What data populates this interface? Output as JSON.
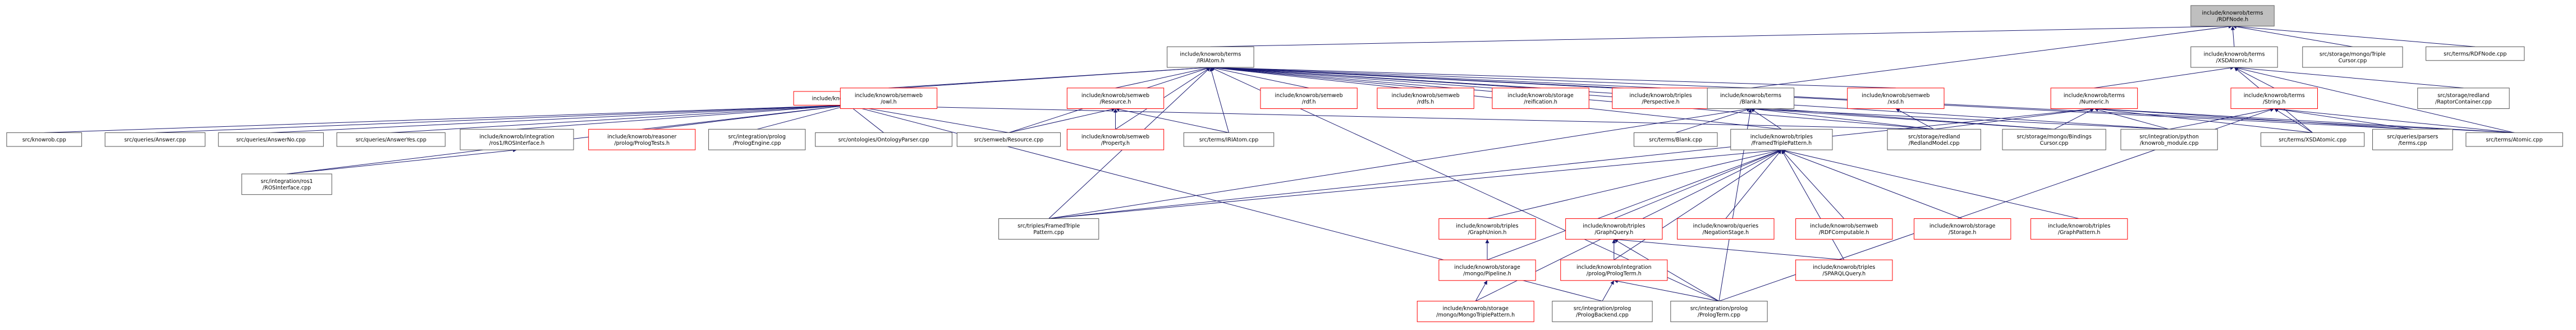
{
  "graph": {
    "title": "include/knowrob/terms/RDFNode.h",
    "colors": {
      "edge": "#191970",
      "root_fill": "#bfbfbf",
      "missing_border": "#ff0000",
      "normal_border": "#555555"
    },
    "nodes": [
      {
        "id": "rdfnode",
        "lines": [
          "include/knowrob/terms",
          "/RDFNode.h"
        ],
        "style": "root"
      },
      {
        "id": "iriatom",
        "lines": [
          "include/knowrob/terms",
          "/IRIAtom.h"
        ],
        "style": "normal"
      },
      {
        "id": "xsdatomic_h",
        "lines": [
          "include/knowrob/terms",
          "/XSDAtomic.h"
        ],
        "style": "normal"
      },
      {
        "id": "mongo_triplecursor",
        "lines": [
          "src/storage/mongo/Triple",
          "Cursor.cpp"
        ],
        "style": "normal"
      },
      {
        "id": "rdfnode_cpp",
        "lines": [
          "src/terms/RDFNode.cpp"
        ],
        "style": "normal"
      },
      {
        "id": "knowrob_h",
        "lines": [
          "include/knowrob/knowrob.h"
        ],
        "style": "red"
      },
      {
        "id": "owl_h",
        "lines": [
          "include/knowrob/semweb",
          "/owl.h"
        ],
        "style": "red"
      },
      {
        "id": "resource_h",
        "lines": [
          "include/knowrob/semweb",
          "/Resource.h"
        ],
        "style": "red"
      },
      {
        "id": "rdf_h",
        "lines": [
          "include/knowrob/semweb",
          "/rdf.h"
        ],
        "style": "red"
      },
      {
        "id": "rdfs_h",
        "lines": [
          "include/knowrob/semweb",
          "/rdfs.h"
        ],
        "style": "red"
      },
      {
        "id": "reification_h",
        "lines": [
          "include/knowrob/storage",
          "/reification.h"
        ],
        "style": "red"
      },
      {
        "id": "perspective_h",
        "lines": [
          "include/knowrob/triples",
          "/Perspective.h"
        ],
        "style": "red"
      },
      {
        "id": "blank_h",
        "lines": [
          "include/knowrob/terms",
          "/Blank.h"
        ],
        "style": "normal"
      },
      {
        "id": "xsd_h",
        "lines": [
          "include/knowrob/semweb",
          "/xsd.h"
        ],
        "style": "red"
      },
      {
        "id": "numeric_h",
        "lines": [
          "include/knowrob/terms",
          "/Numeric.h"
        ],
        "style": "red"
      },
      {
        "id": "string_h",
        "lines": [
          "include/knowrob/terms",
          "/String.h"
        ],
        "style": "red"
      },
      {
        "id": "raptorcontainer",
        "lines": [
          "src/storage/redland",
          "/RaptorContainer.cpp"
        ],
        "style": "normal"
      },
      {
        "id": "knowrob_cpp",
        "lines": [
          "src/knowrob.cpp"
        ],
        "style": "normal"
      },
      {
        "id": "answer_cpp",
        "lines": [
          "src/queries/Answer.cpp"
        ],
        "style": "normal"
      },
      {
        "id": "answerno_cpp",
        "lines": [
          "src/queries/AnswerNo.cpp"
        ],
        "style": "normal"
      },
      {
        "id": "answeryes_cpp",
        "lines": [
          "src/queries/AnswerYes.cpp"
        ],
        "style": "normal"
      },
      {
        "id": "ros1interface_h",
        "lines": [
          "include/knowrob/integration",
          "/ros1/ROSInterface.h"
        ],
        "style": "normal"
      },
      {
        "id": "prologtests_h",
        "lines": [
          "include/knowrob/reasoner",
          "/prolog/PrologTests.h"
        ],
        "style": "red"
      },
      {
        "id": "prologengine",
        "lines": [
          "src/integration/prolog",
          "/PrologEngine.cpp"
        ],
        "style": "normal"
      },
      {
        "id": "ontologyparser",
        "lines": [
          "src/ontologies/OntologyParser.cpp"
        ],
        "style": "normal"
      },
      {
        "id": "semweb_resource_cpp",
        "lines": [
          "src/semweb/Resource.cpp"
        ],
        "style": "normal"
      },
      {
        "id": "property_h",
        "lines": [
          "include/knowrob/semweb",
          "/Property.h"
        ],
        "style": "red"
      },
      {
        "id": "iriatom_cpp",
        "lines": [
          "src/terms/IRIAtom.cpp"
        ],
        "style": "normal"
      },
      {
        "id": "blank_cpp",
        "lines": [
          "src/terms/Blank.cpp"
        ],
        "style": "normal"
      },
      {
        "id": "framedtriple_h",
        "lines": [
          "include/knowrob/triples",
          "/FramedTriplePattern.h"
        ],
        "style": "normal"
      },
      {
        "id": "redlandmodel",
        "lines": [
          "src/storage/redland",
          "/RedlandModel.cpp"
        ],
        "style": "normal"
      },
      {
        "id": "mongo_bindings",
        "lines": [
          "src/storage/mongo/Bindings",
          "Cursor.cpp"
        ],
        "style": "normal"
      },
      {
        "id": "python_module",
        "lines": [
          "src/integration/python",
          "/knowrob_module.cpp"
        ],
        "style": "normal"
      },
      {
        "id": "xsdatomic_cpp",
        "lines": [
          "src/terms/XSDAtomic.cpp"
        ],
        "style": "normal"
      },
      {
        "id": "parsers_terms",
        "lines": [
          "src/queries/parsers",
          "/terms.cpp"
        ],
        "style": "normal"
      },
      {
        "id": "atomic_cpp",
        "lines": [
          "src/terms/Atomic.cpp"
        ],
        "style": "normal"
      },
      {
        "id": "ros1interface_cpp",
        "lines": [
          "src/integration/ros1",
          "/ROSInterface.cpp"
        ],
        "style": "normal"
      },
      {
        "id": "framedtriple_cpp",
        "lines": [
          "src/triples/FramedTriple",
          "Pattern.cpp"
        ],
        "style": "normal"
      },
      {
        "id": "graphunion_h",
        "lines": [
          "include/knowrob/triples",
          "/GraphUnion.h"
        ],
        "style": "red"
      },
      {
        "id": "graphquery_h",
        "lines": [
          "include/knowrob/triples",
          "/GraphQuery.h"
        ],
        "style": "red"
      },
      {
        "id": "negationstage_h",
        "lines": [
          "include/knowrob/queries",
          "/NegationStage.h"
        ],
        "style": "red"
      },
      {
        "id": "rdfcomputable_h",
        "lines": [
          "include/knowrob/semweb",
          "/RDFComputable.h"
        ],
        "style": "red"
      },
      {
        "id": "storage_h",
        "lines": [
          "include/knowrob/storage",
          "/Storage.h"
        ],
        "style": "red"
      },
      {
        "id": "graphpattern_h",
        "lines": [
          "include/knowrob/triples",
          "/GraphPattern.h"
        ],
        "style": "red"
      },
      {
        "id": "pipeline_h",
        "lines": [
          "include/knowrob/storage",
          "/mongo/Pipeline.h"
        ],
        "style": "red"
      },
      {
        "id": "prologterm_h",
        "lines": [
          "include/knowrob/integration",
          "/prolog/PrologTerm.h"
        ],
        "style": "red"
      },
      {
        "id": "sparqlquery_h",
        "lines": [
          "include/knowrob/triples",
          "/SPARQLQuery.h"
        ],
        "style": "red"
      },
      {
        "id": "mongotriplepattern_h",
        "lines": [
          "include/knowrob/storage",
          "/mongo/MongoTriplePattern.h"
        ],
        "style": "red"
      },
      {
        "id": "prologbackend_cpp",
        "lines": [
          "src/integration/prolog",
          "/PrologBackend.cpp"
        ],
        "style": "normal"
      },
      {
        "id": "prologterm_cpp",
        "lines": [
          "src/integration/prolog",
          "/PrologTerm.cpp"
        ],
        "style": "normal"
      }
    ],
    "edges": [
      [
        "rdfnode",
        "iriatom"
      ],
      [
        "rdfnode",
        "xsdatomic_h"
      ],
      [
        "rdfnode",
        "mongo_triplecursor"
      ],
      [
        "rdfnode",
        "rdfnode_cpp"
      ],
      [
        "rdfnode",
        "blank_h"
      ],
      [
        "iriatom",
        "knowrob_h"
      ],
      [
        "iriatom",
        "owl_h"
      ],
      [
        "iriatom",
        "resource_h"
      ],
      [
        "iriatom",
        "rdf_h"
      ],
      [
        "iriatom",
        "rdfs_h"
      ],
      [
        "iriatom",
        "reification_h"
      ],
      [
        "iriatom",
        "perspective_h"
      ],
      [
        "iriatom",
        "blank_h"
      ],
      [
        "iriatom",
        "xsd_h"
      ],
      [
        "iriatom",
        "framedtriple_h"
      ],
      [
        "iriatom",
        "semweb_resource_cpp"
      ],
      [
        "iriatom",
        "property_h"
      ],
      [
        "iriatom",
        "iriatom_cpp"
      ],
      [
        "iriatom",
        "redlandmodel"
      ],
      [
        "iriatom",
        "mongo_bindings"
      ],
      [
        "iriatom",
        "python_module"
      ],
      [
        "iriatom",
        "parsers_terms"
      ],
      [
        "iriatom",
        "atomic_cpp"
      ],
      [
        "iriatom",
        "framedtriple_cpp"
      ],
      [
        "iriatom",
        "prologterm_cpp"
      ],
      [
        "xsdatomic_h",
        "numeric_h"
      ],
      [
        "xsdatomic_h",
        "string_h"
      ],
      [
        "xsdatomic_h",
        "raptorcontainer"
      ],
      [
        "xsdatomic_h",
        "xsdatomic_cpp"
      ],
      [
        "xsdatomic_h",
        "atomic_cpp"
      ],
      [
        "knowrob_h",
        "knowrob_cpp"
      ],
      [
        "knowrob_h",
        "answer_cpp"
      ],
      [
        "knowrob_h",
        "answerno_cpp"
      ],
      [
        "knowrob_h",
        "answeryes_cpp"
      ],
      [
        "knowrob_h",
        "ros1interface_h"
      ],
      [
        "knowrob_h",
        "prologtests_h"
      ],
      [
        "knowrob_h",
        "prologengine"
      ],
      [
        "knowrob_h",
        "ontologyparser"
      ],
      [
        "knowrob_h",
        "semweb_resource_cpp"
      ],
      [
        "knowrob_h",
        "ros1interface_cpp"
      ],
      [
        "knowrob_h",
        "prologbackend_cpp"
      ],
      [
        "knowrob_h",
        "redlandmodel"
      ],
      [
        "ros1interface_h",
        "ros1interface_cpp"
      ],
      [
        "resource_h",
        "semweb_resource_cpp"
      ],
      [
        "resource_h",
        "property_h"
      ],
      [
        "resource_h",
        "iriatom_cpp"
      ],
      [
        "blank_h",
        "blank_cpp"
      ],
      [
        "blank_h",
        "framedtriple_h"
      ],
      [
        "blank_h",
        "redlandmodel"
      ],
      [
        "blank_h",
        "mongo_bindings"
      ],
      [
        "blank_h",
        "python_module"
      ],
      [
        "blank_h",
        "framedtriple_cpp"
      ],
      [
        "blank_h",
        "prologterm_cpp"
      ],
      [
        "xsd_h",
        "redlandmodel"
      ],
      [
        "numeric_h",
        "python_module"
      ],
      [
        "numeric_h",
        "xsdatomic_cpp"
      ],
      [
        "numeric_h",
        "parsers_terms"
      ],
      [
        "numeric_h",
        "atomic_cpp"
      ],
      [
        "numeric_h",
        "framedtriple_cpp"
      ],
      [
        "numeric_h",
        "redlandmodel"
      ],
      [
        "numeric_h",
        "mongo_bindings"
      ],
      [
        "string_h",
        "python_module"
      ],
      [
        "string_h",
        "xsdatomic_cpp"
      ],
      [
        "string_h",
        "parsers_terms"
      ],
      [
        "string_h",
        "atomic_cpp"
      ],
      [
        "string_h",
        "prologterm_cpp"
      ],
      [
        "framedtriple_h",
        "framedtriple_cpp"
      ],
      [
        "framedtriple_h",
        "graphunion_h"
      ],
      [
        "framedtriple_h",
        "graphquery_h"
      ],
      [
        "framedtriple_h",
        "negationstage_h"
      ],
      [
        "framedtriple_h",
        "rdfcomputable_h"
      ],
      [
        "framedtriple_h",
        "storage_h"
      ],
      [
        "framedtriple_h",
        "graphpattern_h"
      ],
      [
        "framedtriple_h",
        "pipeline_h"
      ],
      [
        "framedtriple_h",
        "prologterm_h"
      ],
      [
        "framedtriple_h",
        "sparqlquery_h"
      ],
      [
        "framedtriple_h",
        "mongotriplepattern_h"
      ],
      [
        "graphunion_h",
        "pipeline_h"
      ],
      [
        "graphquery_h",
        "prologterm_h"
      ],
      [
        "graphquery_h",
        "sparqlquery_h"
      ],
      [
        "graphquery_h",
        "prologterm_cpp"
      ],
      [
        "pipeline_h",
        "mongotriplepattern_h"
      ],
      [
        "prologterm_h",
        "prologbackend_cpp"
      ],
      [
        "prologterm_h",
        "prologterm_cpp"
      ]
    ]
  }
}
